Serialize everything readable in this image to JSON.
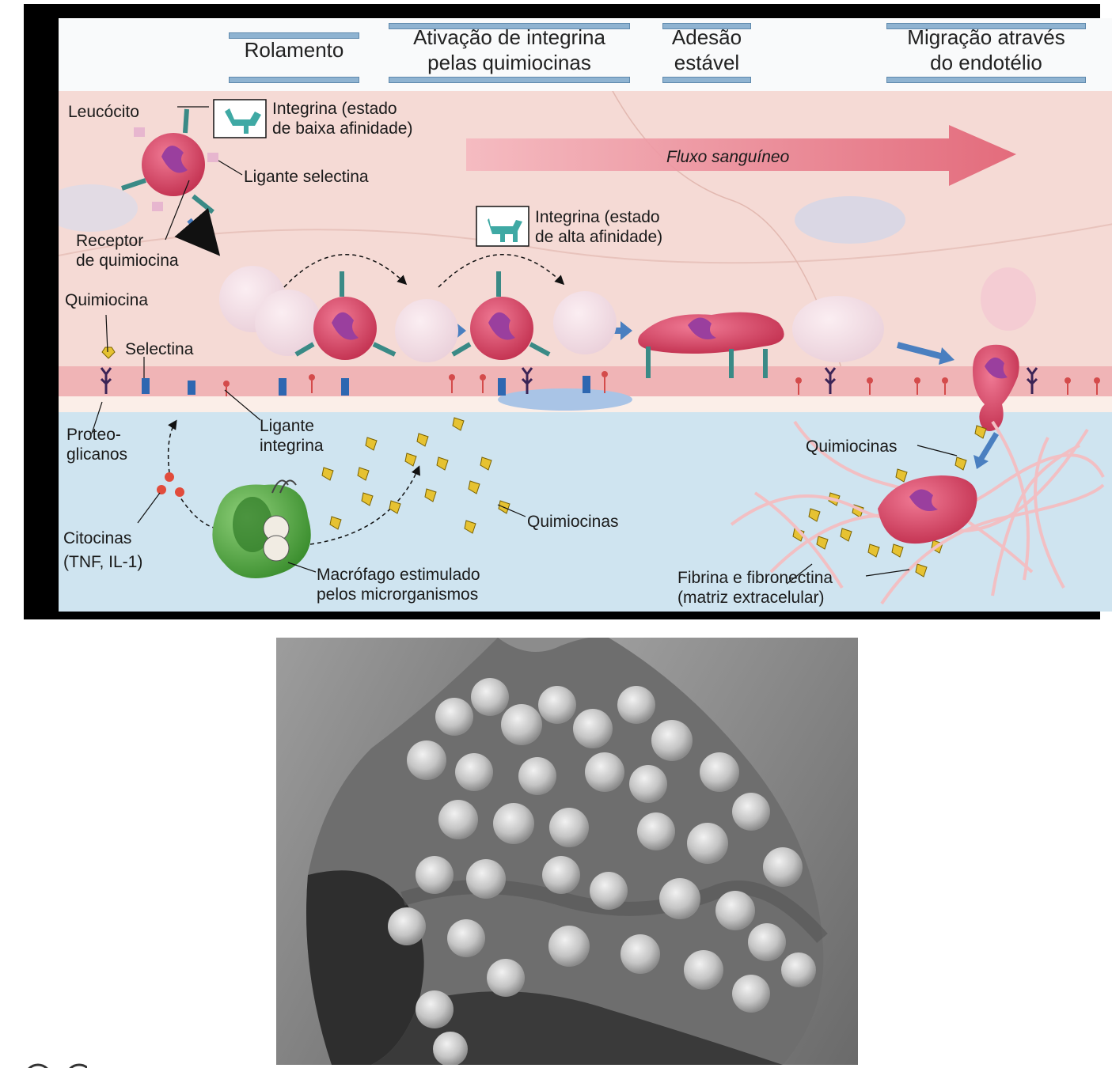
{
  "stages": [
    {
      "id": "rolling",
      "label": "Rolamento"
    },
    {
      "id": "activation",
      "label_line1": "Ativação de integrina",
      "label_line2": "pelas quimiocinas"
    },
    {
      "id": "adhesion",
      "label_line1": "Adesão",
      "label_line2": "estável"
    },
    {
      "id": "migration",
      "label_line1": "Migração através",
      "label_line2": "do endotélio"
    }
  ],
  "labels": {
    "leucocito": "Leucócito",
    "integrina_baixa_1": "Integrina (estado",
    "integrina_baixa_2": "de baixa afinidade)",
    "ligante_selectina": "Ligante selectina",
    "fluxo": "Fluxo sanguíneo",
    "integrina_alta_1": "Integrina (estado",
    "integrina_alta_2": "de alta afinidade)",
    "receptor_1": "Receptor",
    "receptor_2": "de quimiocina",
    "quimiocina": "Quimiocina",
    "selectina": "Selectina",
    "proteo_1": "Proteo-",
    "proteo_2": "glicanos",
    "ligante_int_1": "Ligante",
    "ligante_int_2": "integrina",
    "citocinas_1": "Citocinas",
    "citocinas_2": "(TNF, IL-1)",
    "quimiocinas_mid": "Quimiocinas",
    "macrofago_1": "Macrófago estimulado",
    "macrofago_2": "pelos microrganismos",
    "quimiocinas_right": "Quimiocinas",
    "fibrina_1": "Fibrina e fibronectina",
    "fibrina_2": "(matriz extracelular)"
  },
  "colors": {
    "vessel": "#f4d4cf",
    "tissue": "#c9e2ef",
    "leukocyte": "#d8456a",
    "nucleus": "#9a3f9e",
    "integrin": "#3a8a86",
    "chemokine": "#e6c232",
    "macrophage": "#5cb04a",
    "arrow_flow": "#e26a78",
    "arrow_blue": "#4a7fc0"
  }
}
